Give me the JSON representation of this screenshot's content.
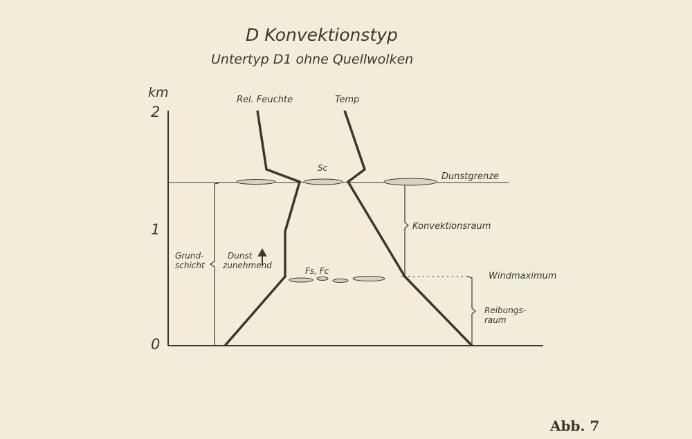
{
  "title": "D  Konvektionstyp",
  "subtitle": "Untertyp D1 ohne Quellwolken",
  "axis": {
    "unit": "km",
    "ticks": [
      "2",
      "1",
      "0"
    ]
  },
  "curves": {
    "humidity": "Rel. Feuchte",
    "temperature": "Temp"
  },
  "labels": {
    "sc": "Sc",
    "dunstgrenze": "Dunstgrenze",
    "konvektionsraum": "Konvektionsraum",
    "grundschicht_1": "Grund-",
    "grundschicht_2": "schicht",
    "dunst_1": "Dunst",
    "dunst_2": "zunehmend",
    "fsfc": "Fs, Fc",
    "windmaximum": "Windmaximum",
    "reibung_1": "Reibungs-",
    "reibung_2": "raum"
  },
  "figure_label": "Abb. 7"
}
